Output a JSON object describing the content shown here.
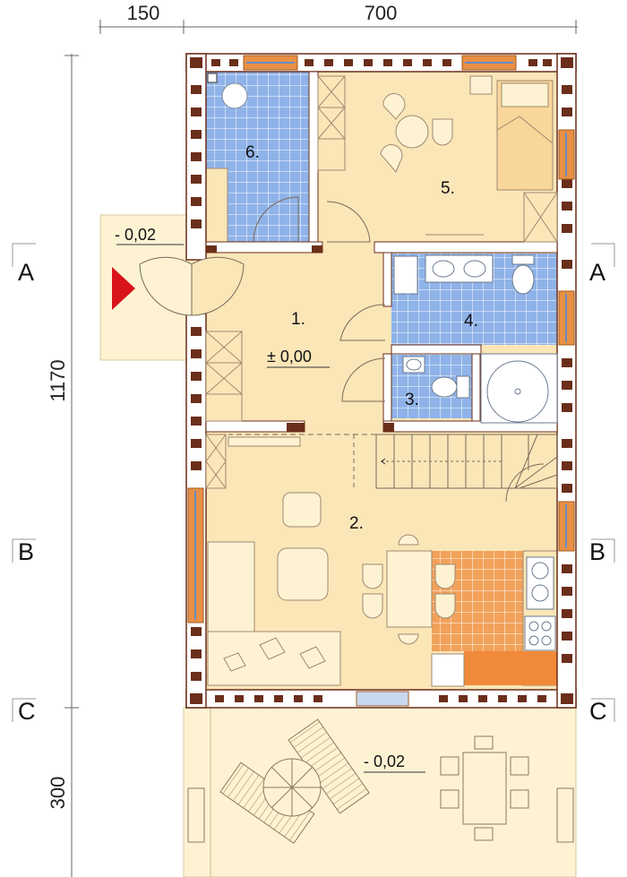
{
  "dimensions": {
    "top_left": "150",
    "top_right": "700",
    "left_main": "1170",
    "left_terrace": "300"
  },
  "section_markers": {
    "a_left": "A",
    "a_right": "A",
    "b_left": "B",
    "b_right": "B",
    "c_left": "C",
    "c_right": "C"
  },
  "rooms": {
    "r1": "1.",
    "r2": "2.",
    "r3": "3.",
    "r4": "4.",
    "r5": "5.",
    "r6": "6."
  },
  "levels": {
    "entrance": "- 0,02",
    "hall": "± 0,00",
    "terrace": "- 0,02"
  },
  "colors": {
    "floor": "#fbe6b8",
    "outside": "#fdf3d3",
    "bathroom_tile": "#8fb3e8",
    "kitchen_tile": "#f2a15a",
    "wall_dark": "#6b2e1a",
    "window": "#e89045",
    "entry_arrow": "#d9141a"
  }
}
